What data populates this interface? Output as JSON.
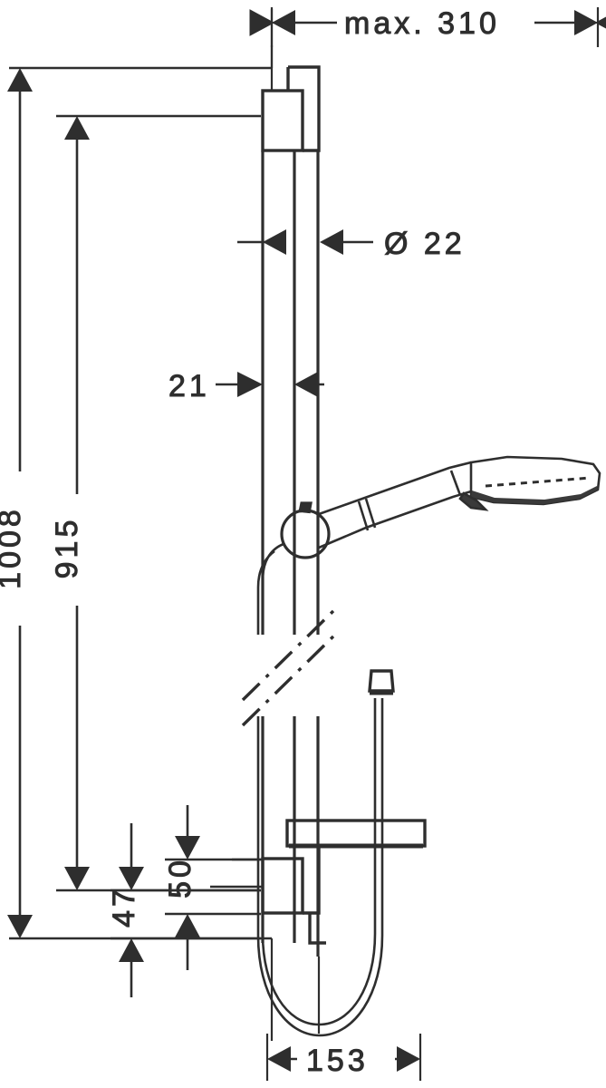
{
  "drawing": {
    "type": "technical-dimension-drawing",
    "subject": "shower bar set with handshower, hose, soap dish and wall brackets",
    "units": "mm",
    "line_color": "#2e2e2e",
    "background_color": "#ffffff"
  },
  "dimensions": {
    "top_horizontal": {
      "label": "max. 310",
      "value": 310,
      "qualifier": "max.",
      "orientation": "horizontal",
      "arrow_style": "outward",
      "position": "top"
    },
    "bar_diameter": {
      "label": "Ø 22",
      "value": 22,
      "symbol": "Ø",
      "orientation": "horizontal",
      "arrow_style": "inward",
      "position": "upper-right-of-bar"
    },
    "wall_offset": {
      "label": "21",
      "value": 21,
      "orientation": "horizontal",
      "arrow_style": "inward",
      "position": "mid-left-of-bar"
    },
    "overall_height": {
      "label": "1008",
      "value": 1008,
      "orientation": "vertical",
      "arrow_style": "outward",
      "position": "far-left"
    },
    "bar_height": {
      "label": "915",
      "value": 915,
      "orientation": "vertical",
      "arrow_style": "outward",
      "position": "left"
    },
    "lower_offset_a": {
      "label": "47",
      "value": 47,
      "orientation": "vertical",
      "arrow_style": "outward",
      "position": "lower-left"
    },
    "lower_offset_b": {
      "label": "50",
      "value": 50,
      "orientation": "vertical",
      "arrow_style": "outward",
      "position": "lower-left-inner"
    },
    "bottom_horizontal": {
      "label": "153",
      "value": 153,
      "orientation": "horizontal",
      "arrow_style": "outward",
      "position": "bottom"
    }
  },
  "parts": [
    {
      "name": "top-wall-bracket",
      "description": "rectangular wall mount at top of bar"
    },
    {
      "name": "slide-bar",
      "description": "vertical round slide bar, Ø 22"
    },
    {
      "name": "slider-holder",
      "description": "circular hand shower holder with tab"
    },
    {
      "name": "hand-shower",
      "description": "angled handshower with flat wide spray face"
    },
    {
      "name": "shower-hose",
      "description": "flexible hose looping below bottom bracket"
    },
    {
      "name": "soap-dish-shelf",
      "description": "horizontal shelf near bottom bracket"
    },
    {
      "name": "bottom-wall-bracket",
      "description": "rectangular wall mount at bottom of bar"
    },
    {
      "name": "break-lines",
      "description": "two diagonal dash-dot break symbols across bar"
    }
  ]
}
